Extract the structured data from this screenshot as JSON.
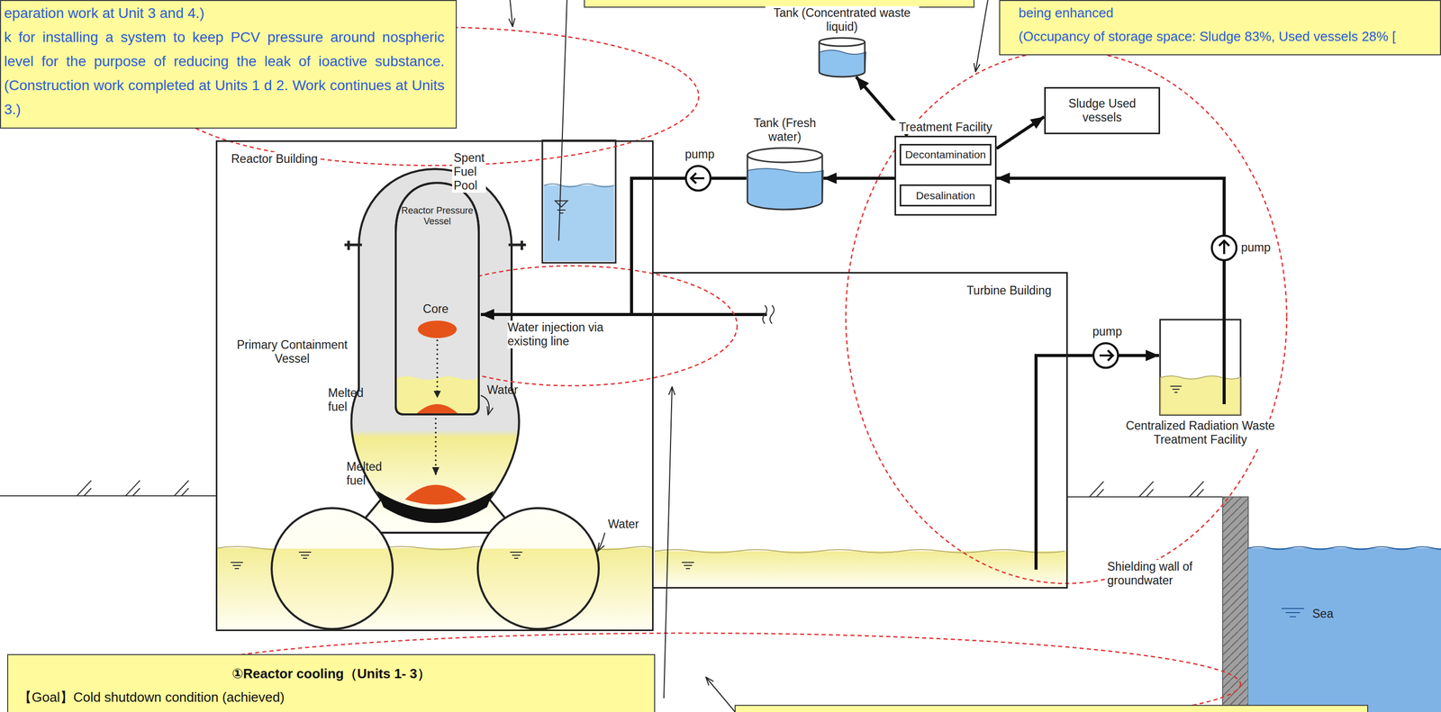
{
  "diagram": {
    "nodes": [
      {
        "text": [
          "eparation work at Unit 3 and 4.)",
          "k for installing a system to keep PCV pressure around nospheric level for the purpose of reducing the leak of ioactive substance. (Construction work completed at Units 1 d 2. Work continues at Units 3.)"
        ]
      },
      {
        "text": [
          "Tank (Concentrated waste liquid)"
        ]
      },
      {
        "text": [
          "being enhanced",
          "(Occupancy of storage space: Sludge 83%, Used vessels 28% ["
        ]
      },
      {
        "text": [
          "Sludge Used vessels"
        ]
      },
      {
        "text": [
          "Tank (Fresh water)"
        ]
      },
      {
        "text": [
          "Treatment Facility"
        ]
      },
      {
        "text": [
          "Decontamination"
        ],
        "in": 5
      },
      {
        "text": [
          "Desalination"
        ],
        "in": 5
      },
      {
        "text": [
          "Reactor Building"
        ]
      },
      {
        "text": [
          "Reactor Pressure Vessel"
        ],
        "in": 8
      },
      {
        "text": [
          "Turbine Building"
        ]
      },
      {
        "text": [
          "Centralized Radiation Waste Treatment Facility"
        ]
      },
      {
        "text": [
          "①Reactor cooling（Units 1- 3）",
          "【Goal】Cold shutdown condition (achieved)"
        ]
      }
    ],
    "edges": [
      {
        "from": 6,
        "to": 7,
        "arrow": "to"
      },
      {
        "from": 5,
        "to": 4,
        "arrow": "to"
      },
      {
        "from": 5,
        "to": 1,
        "arrow": "to"
      },
      {
        "from": 5,
        "to": 3,
        "arrow": "to"
      },
      {
        "from": 4,
        "to": 9,
        "label": "Water injection via existing line",
        "arrow": "to"
      },
      {
        "from": 10,
        "to": 11,
        "arrow": "to"
      },
      {
        "from": 11,
        "to": 5,
        "arrow": "to"
      }
    ],
    "labels": [
      "Spent Fuel Pool",
      "Primary Containment Vessel",
      "Core",
      "Melted fuel",
      "Water",
      "Melted fuel",
      "Water",
      "pump",
      "pump",
      "pump",
      "Shielding wall of groundwater",
      "Sea"
    ]
  }
}
